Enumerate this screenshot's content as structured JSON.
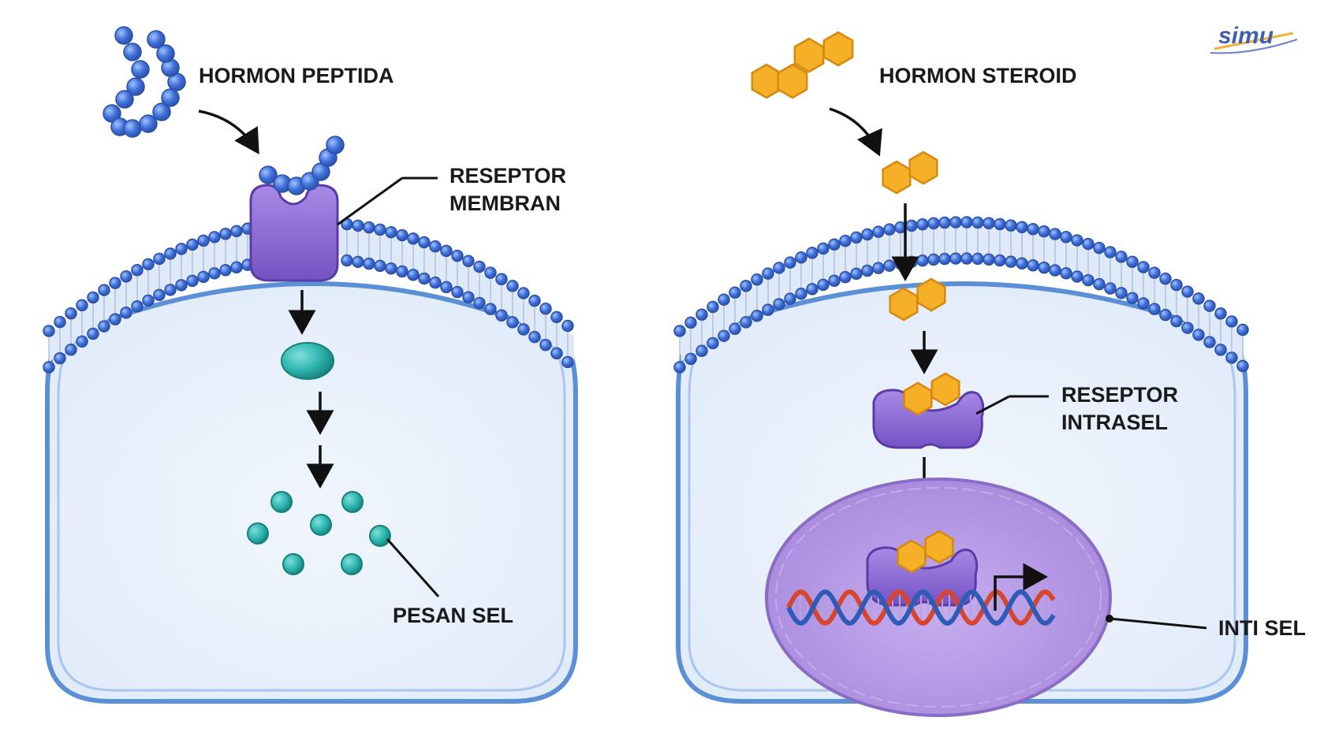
{
  "labels": {
    "peptide_hormone": "HORMON PEPTIDA",
    "membrane_receptor_line1": "RESEPTOR",
    "membrane_receptor_line2": "MEMBRAN",
    "cell_message": "PESAN SEL",
    "steroid_hormone": "HORMON STEROID",
    "intracellular_receptor_line1": "RESEPTOR",
    "intracellular_receptor_line2": "INTRASEL",
    "nucleus": "INTI SEL"
  },
  "logo": {
    "text": "simu"
  },
  "colors": {
    "peptide_bead": "#3f6fd8",
    "membrane_head": "#4a7fdc",
    "cell_fill": "#e9f1fb",
    "cell_outline": "#5b8fd6",
    "receptor": "#8866cc",
    "messenger": "#2bb3ad",
    "steroid": "#f5b027",
    "nucleus": "#b69ae0",
    "dna_blue": "#2e5bb8",
    "dna_red": "#d8452f",
    "arrow": "#111111"
  }
}
